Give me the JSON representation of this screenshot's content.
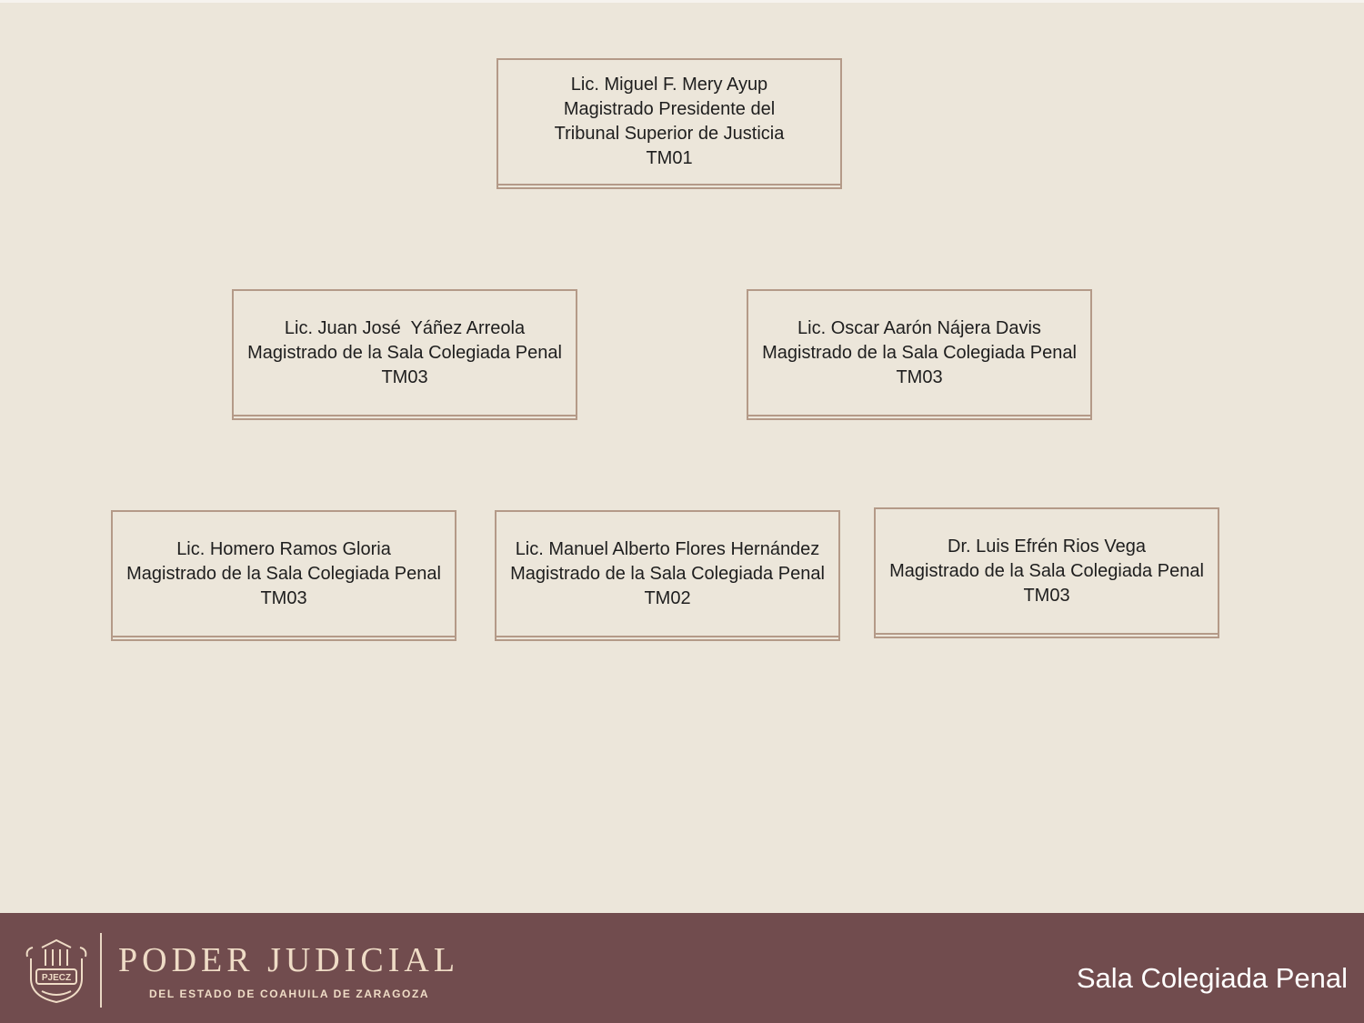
{
  "boxes": {
    "presidente": [
      "Lic. Miguel F. Mery Ayup",
      "Magistrado Presidente del",
      "Tribunal Superior de Justicia",
      "TM01"
    ],
    "yanez": [
      "Lic. Juan José  Yáñez Arreola",
      "Magistrado de la Sala Colegiada Penal",
      "TM03"
    ],
    "najera": [
      "Lic. Oscar Aarón Nájera Davis",
      "Magistrado de la Sala Colegiada Penal",
      "TM03"
    ],
    "ramos": [
      "Lic. Homero Ramos Gloria",
      "Magistrado de la Sala Colegiada Penal",
      "TM03"
    ],
    "flores": [
      "Lic. Manuel Alberto Flores Hernández",
      "Magistrado de la Sala Colegiada Penal",
      "TM02"
    ],
    "rios": [
      "Dr. Luis Efrén Rios Vega",
      "Magistrado de la Sala Colegiada Penal",
      "TM03"
    ]
  },
  "footer": {
    "org_name": "PODER JUDICIAL",
    "org_sub": "DEL ESTADO DE COAHUILA DE ZARAGOZA",
    "seal_text": "PJECZ",
    "section_title": "Sala Colegiada Penal"
  },
  "colors": {
    "background": "#ece6da",
    "box_border": "#b49a88",
    "footer_bg": "#714c4e",
    "footer_text": "#efdcc6"
  }
}
